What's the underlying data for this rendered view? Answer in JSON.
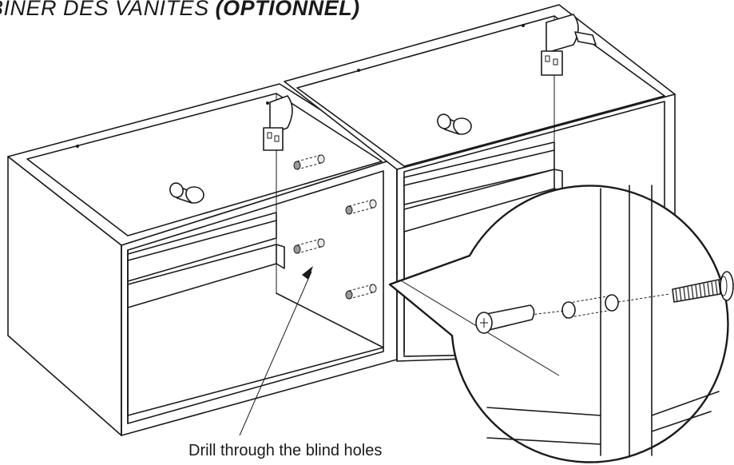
{
  "heading": {
    "title": "BINER DES VANITÉS ",
    "optional": "(OPTIONNEL)"
  },
  "caption": "Drill through the blind holes",
  "icons": {
    "arrow": "pointer-arrow-icon",
    "screw": "screw-icon",
    "bolt": "bolt-icon"
  }
}
